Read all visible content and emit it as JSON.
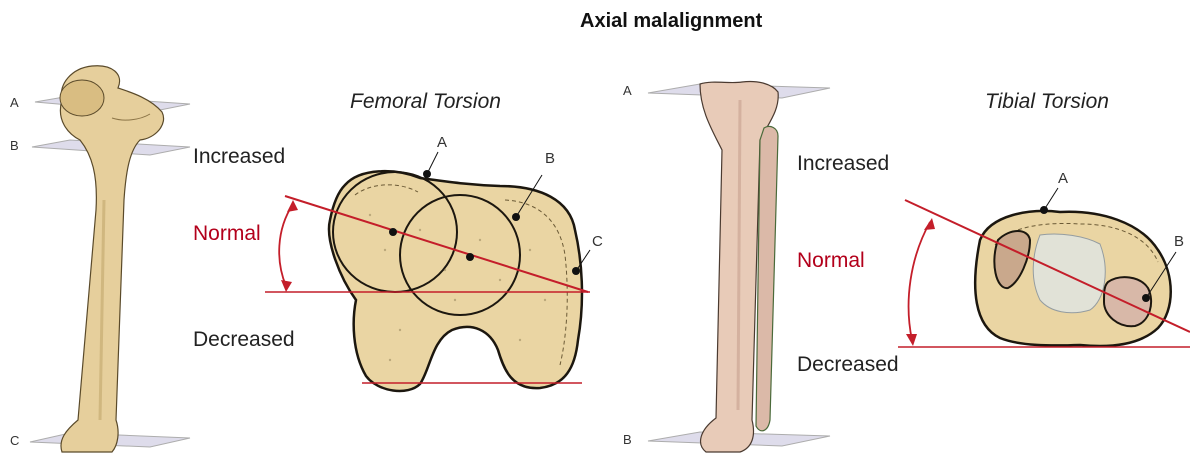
{
  "title": "Axial malalignment",
  "femur": {
    "subtitle": "Femoral Torsion",
    "levels": [
      "Increased",
      "Normal",
      "Decreased"
    ],
    "plane_labels": [
      "A",
      "B",
      "C"
    ],
    "section_labels": [
      "A",
      "B",
      "C"
    ]
  },
  "tibia": {
    "subtitle": "Tibial Torsion",
    "levels": [
      "Increased",
      "Normal",
      "Decreased"
    ],
    "plane_labels": [
      "A",
      "B"
    ],
    "section_labels": [
      "A",
      "B"
    ]
  },
  "colors": {
    "bone_fill": "#e8d3a3",
    "bone_outline": "#2a2418",
    "tibia_fill": "#e9cdbd",
    "normal_line": "#c41e2a",
    "plane": "#c9c5de"
  }
}
